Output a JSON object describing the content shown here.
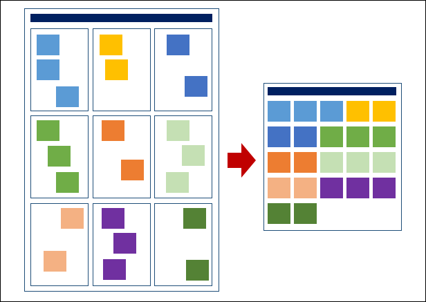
{
  "colors": {
    "header": "#002060",
    "border": "#1f4e79",
    "light_blue": "#5b9bd5",
    "yellow": "#ffc000",
    "dark_blue": "#4472c4",
    "green": "#70ad47",
    "orange": "#ed7d31",
    "pale_green": "#c5e0b4",
    "peach": "#f4b183",
    "purple": "#7030a0",
    "dark_green": "#548235",
    "arrow": "#c00000"
  },
  "board": {
    "cells": [
      {
        "name": "light-blue",
        "color_key": "light_blue",
        "note_count": 3
      },
      {
        "name": "yellow",
        "color_key": "yellow",
        "note_count": 2
      },
      {
        "name": "dark-blue",
        "color_key": "dark_blue",
        "note_count": 2
      },
      {
        "name": "green",
        "color_key": "green",
        "note_count": 3
      },
      {
        "name": "orange",
        "color_key": "orange",
        "note_count": 2
      },
      {
        "name": "pale-green",
        "color_key": "pale_green",
        "note_count": 3
      },
      {
        "name": "peach",
        "color_key": "peach",
        "note_count": 2
      },
      {
        "name": "purple",
        "color_key": "purple",
        "note_count": 3
      },
      {
        "name": "dark-green",
        "color_key": "dark_green",
        "note_count": 2
      }
    ]
  },
  "grid": {
    "tiles": [
      "light_blue",
      "light_blue",
      "light_blue",
      "yellow",
      "yellow",
      "dark_blue",
      "dark_blue",
      "green",
      "green",
      "green",
      "orange",
      "orange",
      "pale_green",
      "pale_green",
      "pale_green",
      "peach",
      "peach",
      "purple",
      "purple",
      "purple",
      "dark_green",
      "dark_green"
    ]
  },
  "arrow": {
    "direction": "right",
    "icon": "arrow-right-icon"
  }
}
